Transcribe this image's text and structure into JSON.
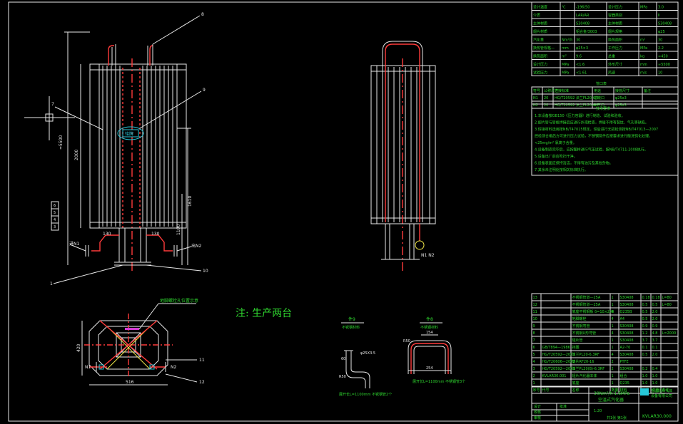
{
  "front_view": {
    "height_total": "≈5500",
    "height_tubes": "2000",
    "dim_1610": "1610",
    "dim_1100": "1100",
    "dim_130a": "130",
    "dim_130b": "130",
    "label_n1": "进N1",
    "label_n2": "出N2",
    "balloon_top_right": "8",
    "balloon_left": "7",
    "balloon_right_mid": "9",
    "balloon_bottom_left": "1",
    "balloon_bottom_right": "10",
    "tag": "铭牌",
    "left_scale": [
      "6",
      "5",
      "4",
      "3"
    ]
  },
  "side_view": {
    "label": "N1 N2"
  },
  "plan_view": {
    "dim_width": "516",
    "dim_height": "420",
    "label_n1": "N1",
    "label_n2": "N2",
    "callout": "地脚螺栓孔位置示意",
    "balloon_11": "11",
    "balloon_12": "12"
  },
  "note": "注: 生产两台",
  "detail_a": {
    "title": "件9",
    "subtitle": "不锈钢材料",
    "dim1": "φ25X3.5",
    "dim2": "R50",
    "dim3": "60",
    "caption": "展开长L=1100mm 不锈钢管2个"
  },
  "detail_b": {
    "title": "件8",
    "subtitle": "不锈钢材料",
    "dim1": "154",
    "dim2": "254",
    "dim3": "R50",
    "caption": "展开长L=1100mm 不锈钢管3个"
  },
  "spec_table": {
    "rows": [
      [
        "设计温度",
        "℃",
        "-196/50",
        "设计压力",
        "MPa",
        "3.0"
      ],
      [
        "介质",
        "",
        "LAR/AR",
        "容器类别",
        "",
        "Ⅱ"
      ],
      [
        "主体材质",
        "",
        "S30408",
        "主体材质",
        "",
        "S30408"
      ],
      [
        "翅片材质",
        "",
        "铝合金/3003",
        "翅片规格",
        "",
        "φ25"
      ],
      [
        "汽化量",
        "Nm³/h",
        "30",
        "换热面积",
        "m²",
        "30"
      ],
      [
        "换热管规格—",
        "mm",
        "φ25×3",
        "工作压力",
        "MPa",
        "2.2"
      ],
      [
        "换热面积",
        "m²",
        "9.6",
        "总重",
        "kg",
        "≈450"
      ],
      [
        "设计压力",
        "MPa",
        "<1.6",
        "外形尺寸",
        "mm",
        "≈5500"
      ],
      [
        "试验压力",
        "MPa",
        "<1.61",
        "风速",
        "m/s",
        "10"
      ]
    ]
  },
  "nozzle_table": {
    "title": "管口表",
    "header": [
      "符号",
      "公称尺寸",
      "连接标准",
      "用途",
      "接管尺寸",
      "备注"
    ],
    "rows": [
      [
        "N1",
        "20",
        "HG/T20592 法兰PL20-6.3",
        "进液口",
        "φ25x3",
        ""
      ],
      [
        "N2",
        "20",
        "HG/T20592 法兰PL20-6.3",
        "出气口",
        "φ25x3",
        ""
      ]
    ]
  },
  "tech_req": {
    "title": "技术要求",
    "items": [
      "1.本设备按GB150《压力容器》进行制造、试验和验收。",
      "2.翅片管与管板焊接后应进行外观检查，焊缝不得有裂纹、气孔等缺陷。",
      "3.焊接材料选用按NB/T47015规定，焊后进行无损检测按NB/T47013—2007",
      "  经检测合格后方可进行压力试验，不锈钢管件应按要求进行酸洗钝化处理。",
      "  <25mg/m² 氯离子含量。",
      "4.设备制造完毕后，应按图样进行气压试验，按NB/T4711-2008执行。",
      "5.设备出厂前应吹扫干净。",
      "6.设备表面应保持清洁，不得有油污及其他杂物。",
      "7.其余未注明处按相关标准执行。"
    ]
  },
  "bom": {
    "rows": [
      [
        "13",
        "",
        "不锈钢管道—25A",
        "1",
        "S30408",
        "0.18",
        "0.18",
        "L=80"
      ],
      [
        "12",
        "",
        "不锈钢管道—25A",
        "1",
        "S30408",
        "0.5",
        "0.5",
        "L=80"
      ],
      [
        "11",
        "",
        "底座不锈钢板 δ=10×200",
        "4",
        "Q235B",
        "0.5",
        "2.0",
        ""
      ],
      [
        "10",
        "",
        "地脚螺栓",
        "4",
        "A4",
        "0.5",
        "2.0",
        ""
      ],
      [
        "9",
        "",
        "不锈钢弯管",
        "1",
        "S30408",
        "0.9",
        "0.9",
        ""
      ],
      [
        "8",
        "",
        "不锈钢U形弯管",
        "4",
        "S30408",
        "1.2",
        "4.8",
        "L=2000"
      ],
      [
        "7",
        "",
        "翅片管",
        "1",
        "S30408",
        "3.7",
        "3.7",
        ""
      ],
      [
        "6",
        "GB/T894—1986",
        "挡圈",
        "1",
        "A2-70",
        "0.1",
        "0.1",
        ""
      ],
      [
        "5",
        "HG/T20592—2009",
        "法兰PL20-6.3RF",
        "4",
        "S30408",
        "0.5",
        "2.0",
        ""
      ],
      [
        "4",
        "HG/T20606—2009",
        "垫片RF20-16",
        "2",
        "PTFE",
        "",
        "",
        ""
      ],
      [
        "3",
        "HG/T20592—2009",
        "法兰PL20(B)-6.3RF",
        "2",
        "S30408",
        "0.2",
        "0.4",
        ""
      ],
      [
        "2",
        "KVLAR30.001",
        "翅片汽化器本体",
        "1",
        "组合",
        "1.0",
        "1.0",
        ""
      ],
      [
        "1",
        "",
        "底座",
        "1",
        "Q235",
        "1.0",
        "1.0",
        ""
      ]
    ],
    "header": [
      "序号",
      "代号",
      "名称",
      "数量",
      "材料",
      "单重",
      "总重",
      "备注"
    ]
  },
  "title_block": {
    "product": "30Nm³/h-1.6MPa",
    "product_name": "空温式汽化器",
    "company_line1": "空温翅片气体",
    "company_line2": "设备有限公司",
    "drawing_no": "KVLAR30.000",
    "scale": "1:20",
    "sheet": "共1张 第1张",
    "roles": [
      "设计",
      "校核",
      "审核",
      "批准"
    ]
  }
}
